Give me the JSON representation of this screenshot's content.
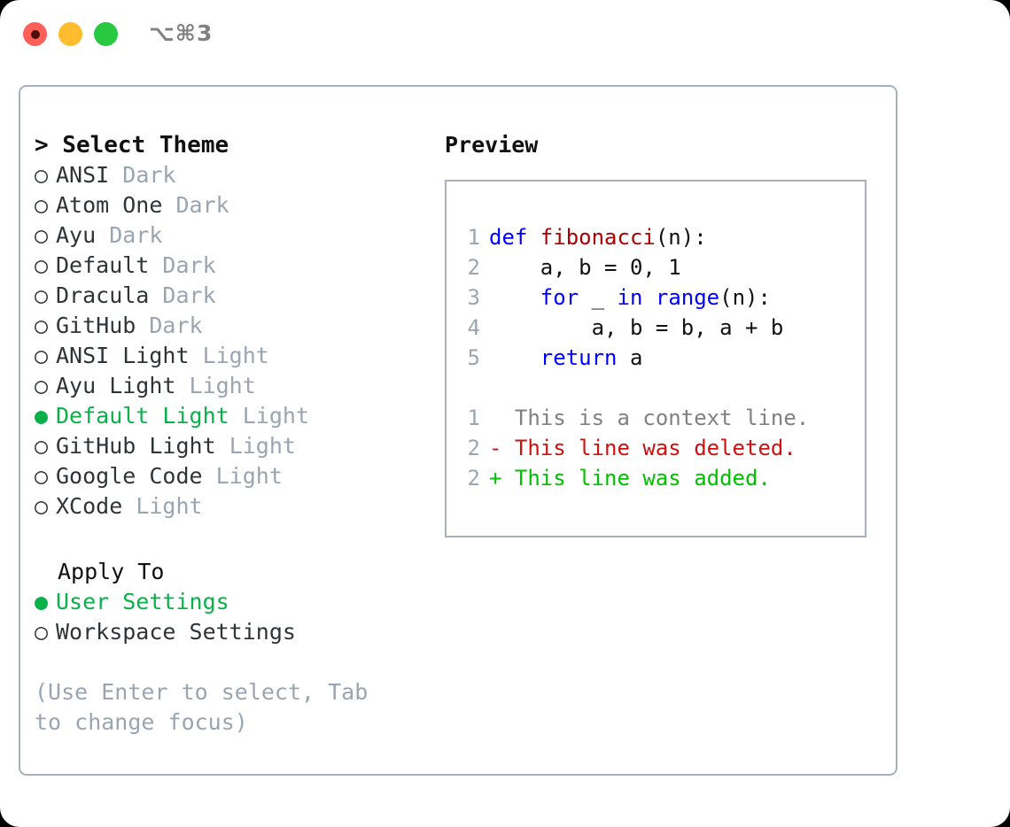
{
  "titlebar": {
    "shortcut": "⌥⌘3",
    "buttons": [
      "close",
      "minimize",
      "maximize"
    ]
  },
  "theme_section": {
    "header": "> Select Theme",
    "items": [
      {
        "bullet": "○",
        "name": "ANSI",
        "category": "Dark",
        "selected": false
      },
      {
        "bullet": "○",
        "name": "Atom One",
        "category": "Dark",
        "selected": false
      },
      {
        "bullet": "○",
        "name": "Ayu",
        "category": "Dark",
        "selected": false
      },
      {
        "bullet": "○",
        "name": "Default",
        "category": "Dark",
        "selected": false
      },
      {
        "bullet": "○",
        "name": "Dracula",
        "category": "Dark",
        "selected": false
      },
      {
        "bullet": "○",
        "name": "GitHub",
        "category": "Dark",
        "selected": false
      },
      {
        "bullet": "○",
        "name": "ANSI Light",
        "category": "Light",
        "selected": false
      },
      {
        "bullet": "○",
        "name": "Ayu Light",
        "category": "Light",
        "selected": false
      },
      {
        "bullet": "●",
        "name": "Default Light",
        "category": "Light",
        "selected": true
      },
      {
        "bullet": "○",
        "name": "GitHub Light",
        "category": "Light",
        "selected": false
      },
      {
        "bullet": "○",
        "name": "Google Code",
        "category": "Light",
        "selected": false
      },
      {
        "bullet": "○",
        "name": "XCode",
        "category": "Light",
        "selected": false
      }
    ]
  },
  "apply_section": {
    "header": "Apply To",
    "items": [
      {
        "bullet": "●",
        "label": "User Settings",
        "selected": true
      },
      {
        "bullet": "○",
        "label": "Workspace Settings",
        "selected": false
      }
    ]
  },
  "hint": "(Use Enter to select, Tab to change focus)",
  "preview": {
    "title": "Preview",
    "code_lines": [
      {
        "num": "1",
        "tokens": [
          {
            "t": "def ",
            "c": "kw"
          },
          {
            "t": "fibonacci",
            "c": "fn"
          },
          {
            "t": "(n):",
            "c": "pl"
          }
        ]
      },
      {
        "num": "2",
        "tokens": [
          {
            "t": "    a, b = 0, 1",
            "c": "pl"
          }
        ]
      },
      {
        "num": "3",
        "tokens": [
          {
            "t": "    ",
            "c": "pl"
          },
          {
            "t": "for",
            "c": "kw"
          },
          {
            "t": " _ ",
            "c": "pl"
          },
          {
            "t": "in",
            "c": "kw"
          },
          {
            "t": " ",
            "c": "pl"
          },
          {
            "t": "range",
            "c": "kw"
          },
          {
            "t": "(n):",
            "c": "pl"
          }
        ]
      },
      {
        "num": "4",
        "tokens": [
          {
            "t": "        a, b = b, a + b",
            "c": "pl"
          }
        ]
      },
      {
        "num": "5",
        "tokens": [
          {
            "t": "    ",
            "c": "pl"
          },
          {
            "t": "return",
            "c": "kw"
          },
          {
            "t": " a",
            "c": "pl"
          }
        ]
      }
    ],
    "diff_lines": [
      {
        "num": "1",
        "marker": " ",
        "text": " This is a context line.",
        "kind": "diff-ctx"
      },
      {
        "num": "2",
        "marker": "-",
        "text": " This line was deleted.",
        "kind": "diff-del"
      },
      {
        "num": "2",
        "marker": "+",
        "text": " This line was added.",
        "kind": "diff-add"
      }
    ]
  },
  "colors": {
    "selected_green": "#0ab04a",
    "muted_gray": "#9aa5b1",
    "keyword_blue": "#0000ff",
    "function_red": "#aa0000",
    "diff_delete": "#cc1111",
    "diff_add": "#00c000",
    "border": "#a7b0bd",
    "traffic_red": "#ff5f57",
    "traffic_yellow": "#febc2e",
    "traffic_green": "#28c840"
  }
}
